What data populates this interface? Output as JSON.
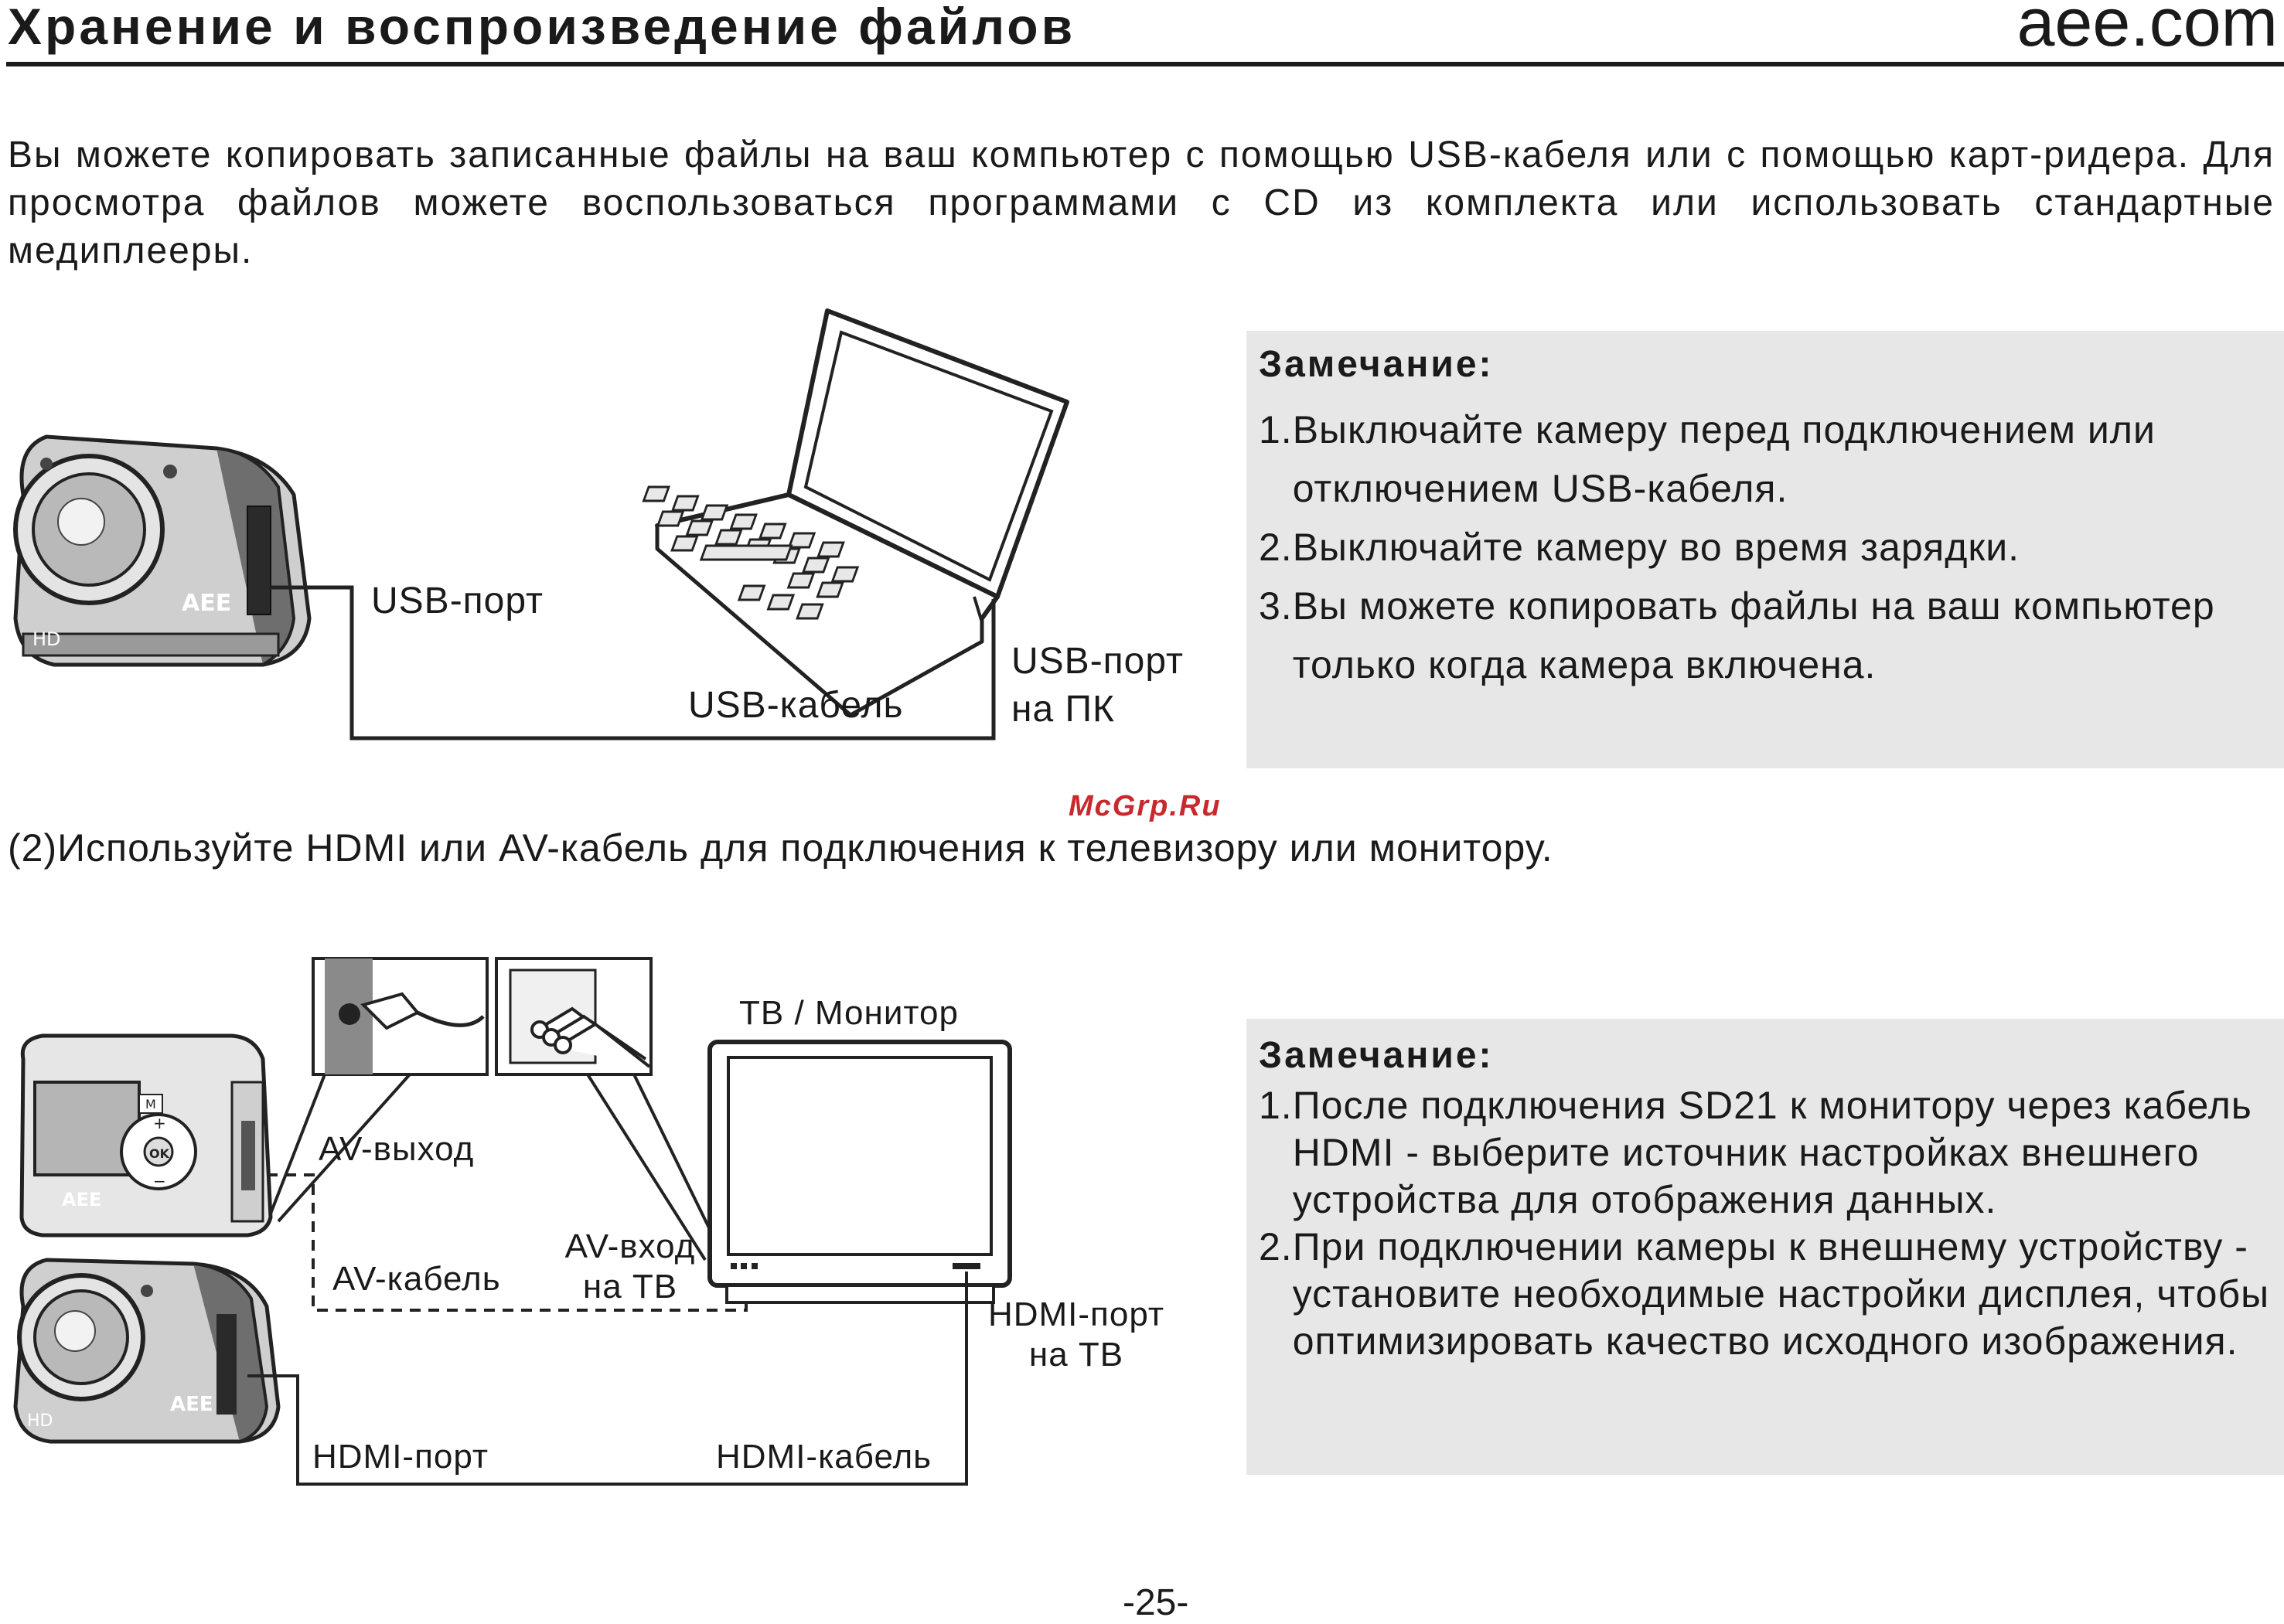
{
  "header": {
    "title": "Хранение и воспроизведение файлов",
    "brand": "aee.com"
  },
  "intro": "Вы можете копировать записанные файлы на ваш компьютер с помощью USB-кабеля или с помощью карт-ридера. Для просмотра файлов можете воспользоваться программами с CD из комплекта или использовать стандартные медиплееры.",
  "diagram1": {
    "labels": {
      "usb_port": "USB-порт",
      "usb_cable": "USB-кабель",
      "usb_port_pc_line1": "USB-порт",
      "usb_port_pc_line2": "на ПК"
    },
    "camera_marks": {
      "brand": "AEE",
      "hd": "HD"
    }
  },
  "note1": {
    "title": "Замечание:",
    "items": [
      {
        "num": "1.",
        "text": "Выключайте камеру перед подключением или отключением USB-кабеля."
      },
      {
        "num": "2.",
        "text": "Выключайте камеру во время зарядки."
      },
      {
        "num": "3.",
        "text": "Вы можете копировать файлы на ваш компьютер только когда камера включена."
      }
    ]
  },
  "watermark": "McGrp.Ru",
  "subhead": "(2)Используйте HDMI или AV-кабель для подключения к телевизору  или монитору.",
  "diagram2": {
    "labels": {
      "tv_monitor": "ТВ / Монитор",
      "av_out": "AV-выход",
      "av_cable": "AV-кабель",
      "av_in_line1": "AV-вход",
      "av_in_line2": "на ТВ",
      "hdmi_port_tv_line1": "HDMI-порт",
      "hdmi_port_tv_line2": "на ТВ",
      "hdmi_port": "HDMI-порт",
      "hdmi_cable": "HDMI-кабель"
    },
    "camera_marks": {
      "brand": "AEE",
      "hd": "HD",
      "ok": "OK",
      "plus": "+",
      "minus": "−",
      "menu": "M"
    }
  },
  "note2": {
    "title": "Замечание:",
    "items": [
      {
        "num": "1.",
        "text": "После подключения SD21 к монитору через кабель HDMI - выберите источник настройках внешнего устройства для отображения данных."
      },
      {
        "num": "2.",
        "text": "При подключении камеры к внешнему устройству - установите необходимые настройки дисплея, чтобы оптимизировать качество исходного изображения."
      }
    ]
  },
  "page_number": "-25-"
}
